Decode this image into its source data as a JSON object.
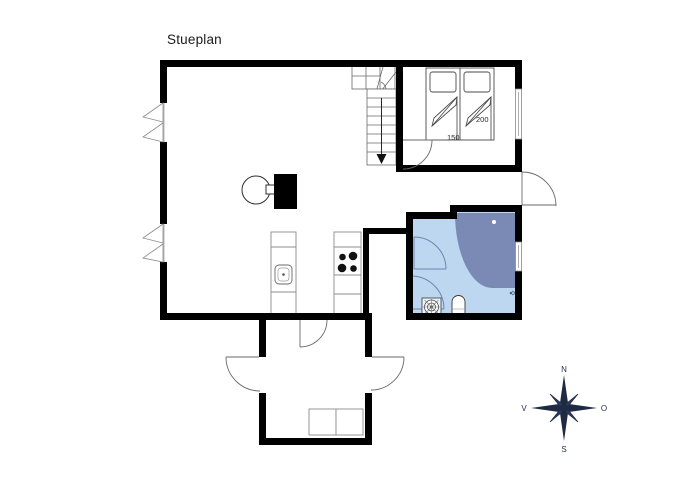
{
  "page": {
    "title": "Stueplan",
    "background_color": "#ffffff"
  },
  "colors": {
    "wall": "#000000",
    "thin_line": "#555555",
    "bath_floor_light": "#bdd7f0",
    "bath_shower_dark": "#7a8ab5",
    "stove_fill": "#000000",
    "compass": "#1f2a44",
    "text": "#1a1a1a"
  },
  "rooms": [
    {
      "name": "living-room",
      "label": ""
    },
    {
      "name": "bedroom",
      "label": ""
    },
    {
      "name": "bathroom",
      "label": ""
    },
    {
      "name": "utility-closet",
      "label": ""
    },
    {
      "name": "lower-room",
      "label": ""
    }
  ],
  "bedroom": {
    "bed_left_width_label": "150",
    "bed_right_length_label": "200"
  },
  "fixtures": {
    "wood_stove": "wood-stove",
    "kitchen_sink": "kitchen-sink",
    "kitchen_cooktop": "kitchen-cooktop",
    "toilet": "toilet",
    "floor_drain": "floor-drain",
    "shower_area": "shower-area",
    "staircase": "staircase",
    "stair_direction": "down"
  },
  "compass": {
    "name": "compass-rose",
    "north": "N",
    "east": "O",
    "south": "S",
    "west": "V"
  }
}
